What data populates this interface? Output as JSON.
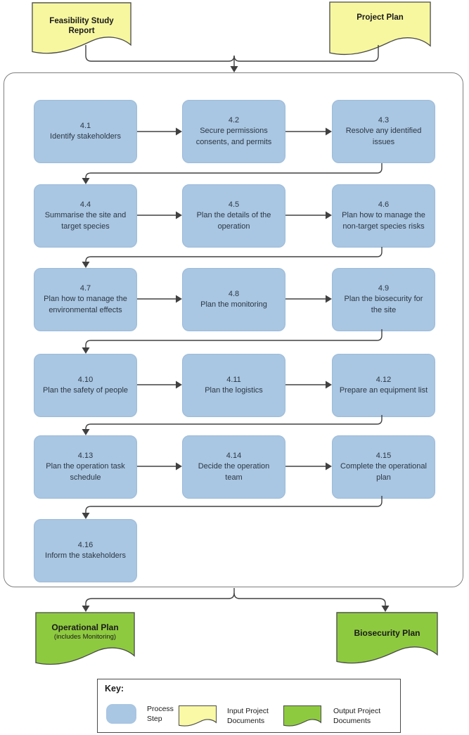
{
  "colors": {
    "process_fill": "#a9c6e2",
    "input_fill": "#f7f7a0",
    "output_fill": "#8eca3f",
    "line": "#404040",
    "container_border": "#7f7f7f",
    "process_text": "#2c3844",
    "doc_text": "#1a1a1a"
  },
  "inputs": [
    {
      "label": "Feasibility Study Report"
    },
    {
      "label": "Project Plan"
    }
  ],
  "process_steps": [
    {
      "number": "4.1",
      "label": "Identify stakeholders"
    },
    {
      "number": "4.2",
      "label": "Secure permissions consents, and permits"
    },
    {
      "number": "4.3",
      "label": "Resolve any identified issues"
    },
    {
      "number": "4.4",
      "label": "Summarise the site and target species"
    },
    {
      "number": "4.5",
      "label": "Plan the details of the operation"
    },
    {
      "number": "4.6",
      "label": "Plan how to manage the non-target species risks"
    },
    {
      "number": "4.7",
      "label": "Plan how to manage the environmental effects"
    },
    {
      "number": "4.8",
      "label": "Plan the monitoring"
    },
    {
      "number": "4.9",
      "label": "Plan the biosecurity for the site"
    },
    {
      "number": "4.10",
      "label": "Plan the safety of people"
    },
    {
      "number": "4.11",
      "label": "Plan the logistics"
    },
    {
      "number": "4.12",
      "label": "Prepare an equipment list"
    },
    {
      "number": "4.13",
      "label": "Plan the operation task schedule"
    },
    {
      "number": "4.14",
      "label": "Decide the operation team"
    },
    {
      "number": "4.15",
      "label": "Complete the operational plan"
    },
    {
      "number": "4.16",
      "label": "Inform the stakeholders"
    }
  ],
  "outputs": [
    {
      "label": "Operational Plan",
      "sublabel": "(includes Monitoring)"
    },
    {
      "label": "Biosecurity Plan",
      "sublabel": ""
    }
  ],
  "key": {
    "title": "Key:",
    "items": [
      {
        "label": "Process Step"
      },
      {
        "label": "Input Project Documents"
      },
      {
        "label": "Output Project Documents"
      }
    ]
  }
}
